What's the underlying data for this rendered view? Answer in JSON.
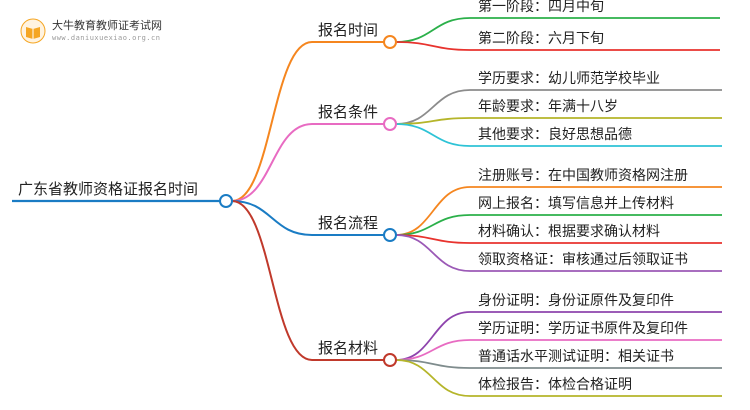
{
  "brand": {
    "title": "大牛教育教师证考试网",
    "url": "www.daniuxuexiao.org.cn"
  },
  "mindmap": {
    "root": "广东省教师资格证报名时间",
    "branches": [
      {
        "label": "报名时间",
        "color": "#f5861f",
        "children": [
          {
            "label": "第一阶段：四月中旬",
            "color": "#2bb04a"
          },
          {
            "label": "第二阶段：六月下旬",
            "color": "#e8332e"
          }
        ]
      },
      {
        "label": "报名条件",
        "color": "#e86bc2",
        "children": [
          {
            "label": "学历要求：幼儿师范学校毕业",
            "color": "#8c8c8c"
          },
          {
            "label": "年龄要求：年满十八岁",
            "color": "#b5b52a"
          },
          {
            "label": "其他要求：良好思想品德",
            "color": "#2ec3d6"
          }
        ]
      },
      {
        "label": "报名流程",
        "color": "#1a7cc4",
        "children": [
          {
            "label": "注册账号：在中国教师资格网注册",
            "color": "#f5861f"
          },
          {
            "label": "网上报名：填写信息并上传材料",
            "color": "#2bb04a"
          },
          {
            "label": "材料确认：根据要求确认材料",
            "color": "#e8332e"
          },
          {
            "label": "领取资格证：审核通过后领取证书",
            "color": "#9b59b6"
          }
        ]
      },
      {
        "label": "报名材料",
        "color": "#c0392b",
        "children": [
          {
            "label": "身份证明：身份证原件及复印件",
            "color": "#8e44ad"
          },
          {
            "label": "学历证明：学历证书原件及复印件",
            "color": "#e86bc2"
          },
          {
            "label": "普通话水平测试证明：相关证书",
            "color": "#7f8c8d"
          },
          {
            "label": "体检报告：体检合格证明",
            "color": "#b5b52a"
          }
        ]
      }
    ]
  }
}
